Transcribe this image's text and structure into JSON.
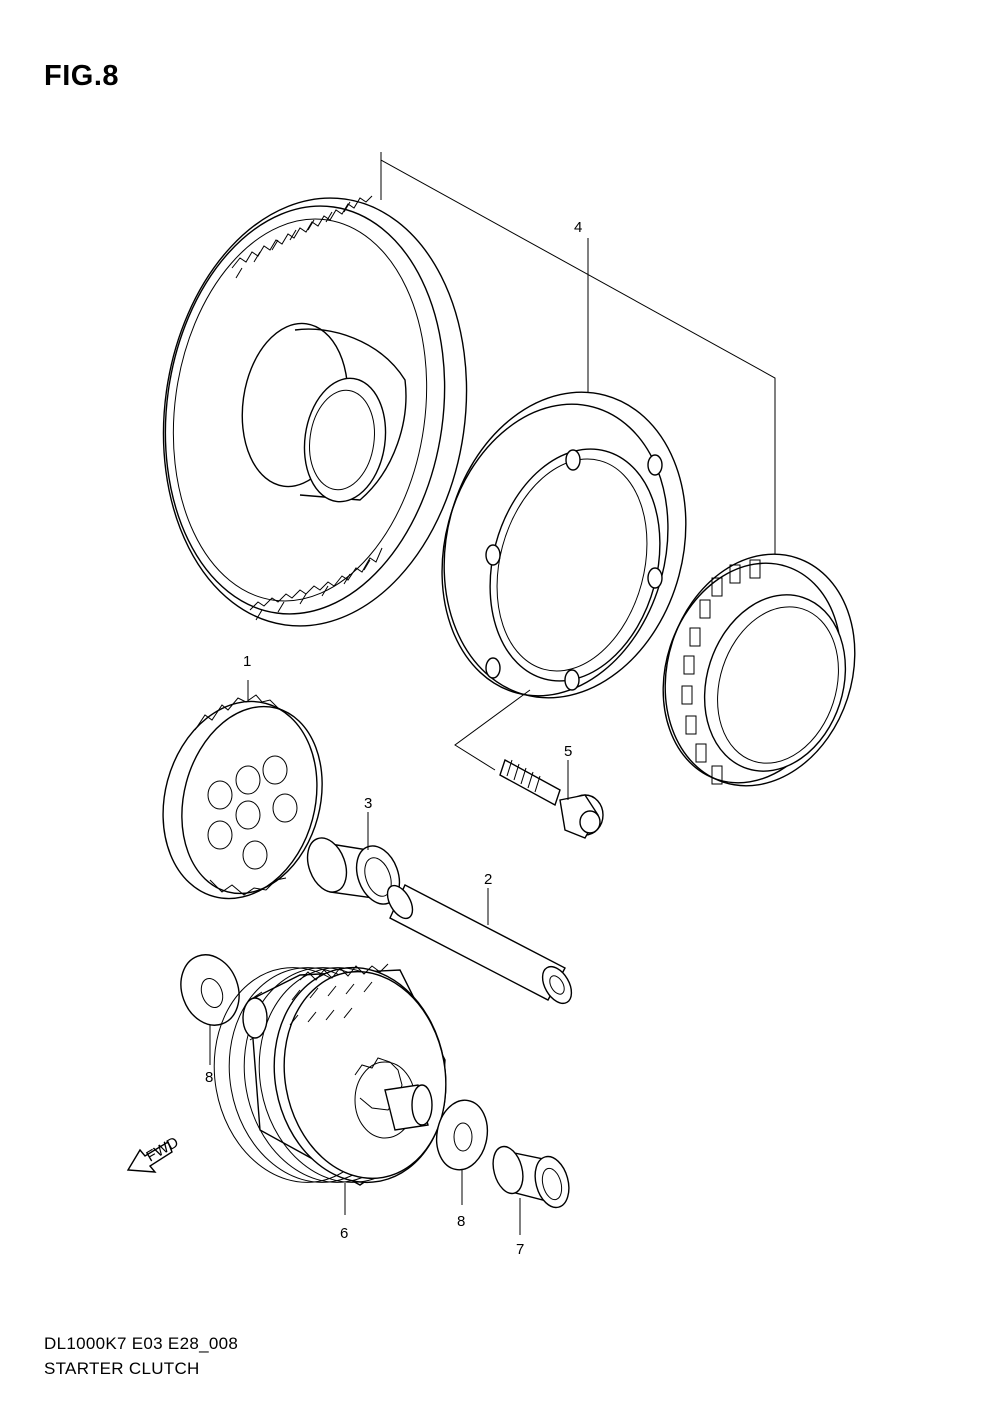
{
  "figure": {
    "title": "FIG.8",
    "code": "DL1000K7 E03 E28_008",
    "name": "STARTER CLUTCH"
  },
  "callouts": [
    "1",
    "2",
    "3",
    "4",
    "5",
    "6",
    "7",
    "8",
    "8"
  ],
  "fwd_label": "FWD"
}
